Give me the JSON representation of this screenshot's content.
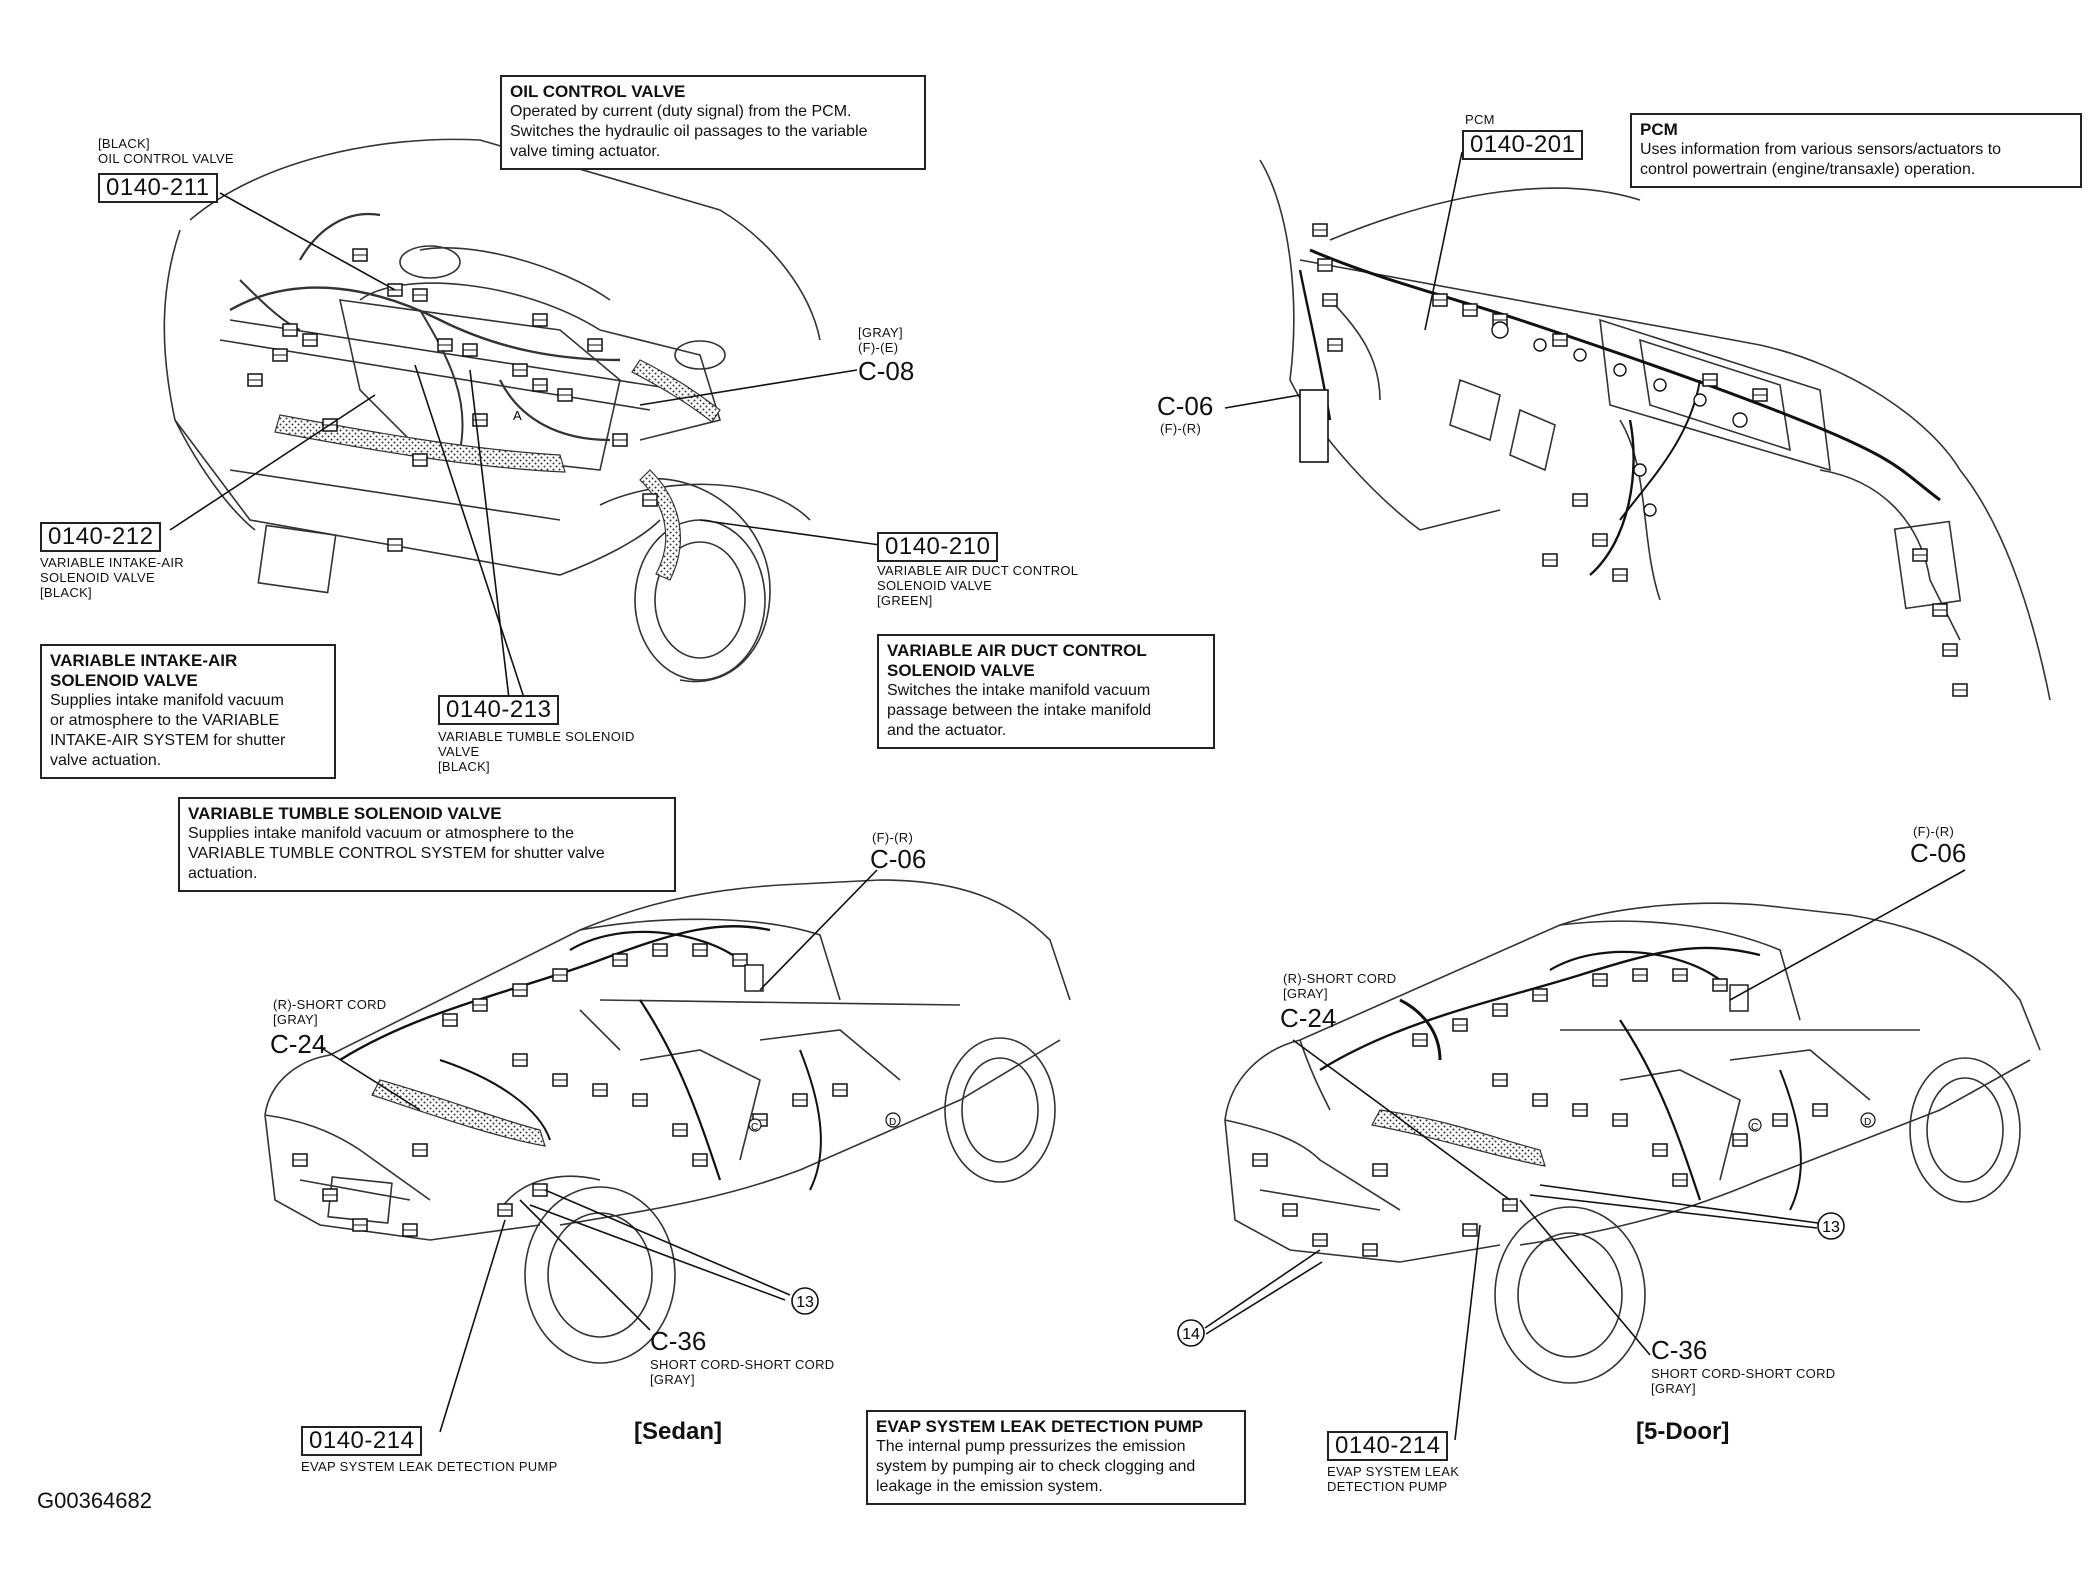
{
  "figure_id": "G00364682",
  "panels": {
    "sedan": "[Sedan]",
    "five_door": "[5-Door]"
  },
  "descriptions": {
    "oil_control_valve": {
      "title": "OIL CONTROL VALVE",
      "text": "Operated by current (duty signal) from the PCM.\nSwitches the hydraulic oil passages  to the variable\nvalve timing actuator."
    },
    "pcm": {
      "title": "PCM",
      "text": "Uses information from various sensors/actuators to\ncontrol powertrain (engine/transaxle) operation."
    },
    "variable_intake_air": {
      "title": "VARIABLE INTAKE-AIR\nSOLENOID VALVE",
      "text": "Supplies intake manifold vacuum\nor atmosphere to the VARIABLE\nINTAKE-AIR SYSTEM for shutter\nvalve actuation."
    },
    "variable_air_duct": {
      "title": "VARIABLE AIR DUCT CONTROL\nSOLENOID VALVE",
      "text": "Switches the intake manifold vacuum\npassage between the intake manifold\nand the actuator."
    },
    "variable_tumble": {
      "title": "VARIABLE TUMBLE SOLENOID VALVE",
      "text": "Supplies intake manifold vacuum or atmosphere to the\nVARIABLE TUMBLE CONTROL SYSTEM for shutter valve\nactuation."
    },
    "evap": {
      "title": "EVAP SYSTEM LEAK DETECTION PUMP",
      "text": "The internal pump pressurizes the emission\nsystem by pumping air to check clogging and\nleakage in the emission system."
    }
  },
  "parts": {
    "p0140_211": {
      "code": "0140-211",
      "label": "[BLACK]\nOIL CONTROL VALVE"
    },
    "p0140_201": {
      "code": "0140-201",
      "label": "PCM"
    },
    "p0140_212": {
      "code": "0140-212",
      "label": "VARIABLE INTAKE-AIR\nSOLENOID VALVE\n[BLACK]"
    },
    "p0140_210": {
      "code": "0140-210",
      "label": "VARIABLE AIR DUCT CONTROL\nSOLENOID VALVE\n[GREEN]"
    },
    "p0140_213": {
      "code": "0140-213",
      "label": "VARIABLE TUMBLE SOLENOID\nVALVE\n[BLACK]"
    },
    "p0140_214_sedan": {
      "code": "0140-214",
      "label": "EVAP SYSTEM LEAK DETECTION PUMP"
    },
    "p0140_214_5door": {
      "code": "0140-214",
      "label": "EVAP SYSTEM LEAK\nDETECTION PUMP"
    }
  },
  "connectors": {
    "c08": {
      "id": "C-08",
      "label": "[GRAY]\n(F)-(E)"
    },
    "c06_engine": {
      "id": "C-06",
      "label": "(F)-(R)"
    },
    "c06_sedan": {
      "id": "C-06",
      "label": "(F)-(R)"
    },
    "c06_5door": {
      "id": "C-06",
      "label": "(F)-(R)"
    },
    "c24_sedan": {
      "id": "C-24",
      "label": "(R)-SHORT CORD\n[GRAY]"
    },
    "c24_5door": {
      "id": "C-24",
      "label": "(R)-SHORT CORD\n[GRAY]"
    },
    "c36_sedan": {
      "id": "C-36",
      "label": "SHORT CORD-SHORT CORD\n[GRAY]"
    },
    "c36_5door": {
      "id": "C-36",
      "label": "SHORT CORD-SHORT CORD\n[GRAY]"
    }
  },
  "callouts": {
    "n13_sedan": "13",
    "n13_5door": "13",
    "n14_5door": "14"
  },
  "inline_marks": {
    "a": "A",
    "c": "C",
    "d": "D"
  }
}
